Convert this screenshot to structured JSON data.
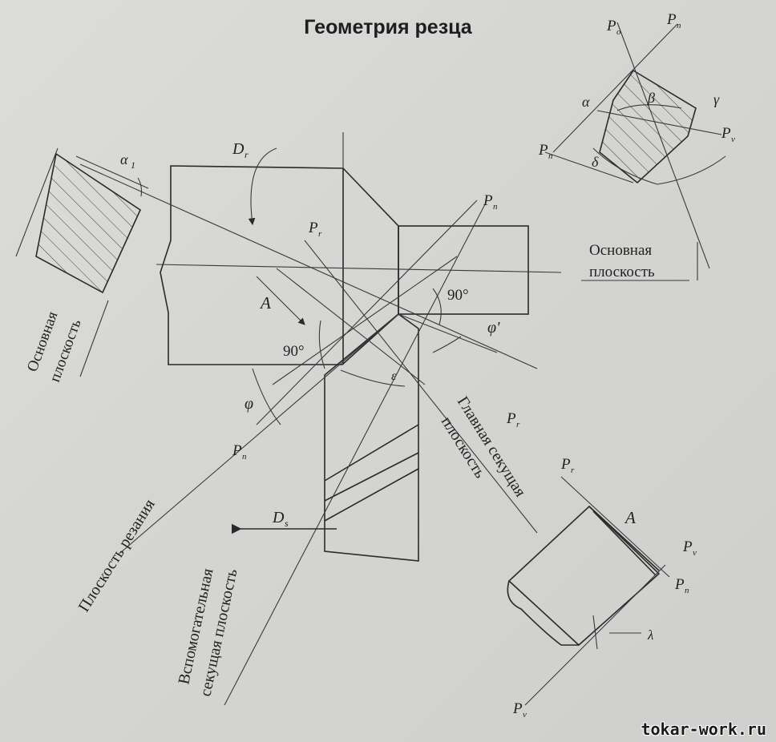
{
  "title": "Геометрия резца",
  "watermark": "tokar-work.ru",
  "labels": {
    "base_plane_right_1": "Основная",
    "base_plane_right_2": "плоскость",
    "base_plane_left_1": "Основная",
    "base_plane_left_2": "плоскость",
    "cutting_plane": "Плоскость резания",
    "main_secant_1": "Главная секущая",
    "main_secant_2": "плоскость",
    "aux_secant_1": "Вспомогательная",
    "aux_secant_2": "секущая плоскость",
    "angle_90_center": "90°",
    "angle_90_right": "90°",
    "phi": "φ",
    "phi_prime": "φ'",
    "epsilon": "ε",
    "alpha": "α",
    "beta": "β",
    "gamma": "γ",
    "delta": "δ",
    "alpha1": "α",
    "alpha1_sub": "1",
    "lambda": "λ",
    "A_center": "A",
    "A_bottom": "A",
    "Dr": "D",
    "Dr_sub": "r",
    "Ds": "D",
    "Ds_sub": "s",
    "Po_top": "P",
    "Po_top_sub": "o",
    "Pn_top": "P",
    "Pn_top_sub": "n",
    "Pv_top": "P",
    "Pv_top_sub": "v",
    "Pn_left_top": "P",
    "Pn_left_top_sub": "n",
    "Pr_center": "P",
    "Pr_center_sub": "r",
    "Pn_center": "P",
    "Pn_center_sub": "n",
    "Pn_bottom_left": "P",
    "Pn_bottom_left_sub": "n",
    "Pr_mid": "P",
    "Pr_mid_sub": "r",
    "Pr_bottom": "P",
    "Pr_bottom_sub": "r",
    "Pv_bottom": "P",
    "Pv_bottom_sub": "v",
    "Pn_bottom_right": "P",
    "Pn_bottom_right_sub": "n",
    "Pv_bottom_end": "P",
    "Pv_bottom_end_sub": "v"
  }
}
